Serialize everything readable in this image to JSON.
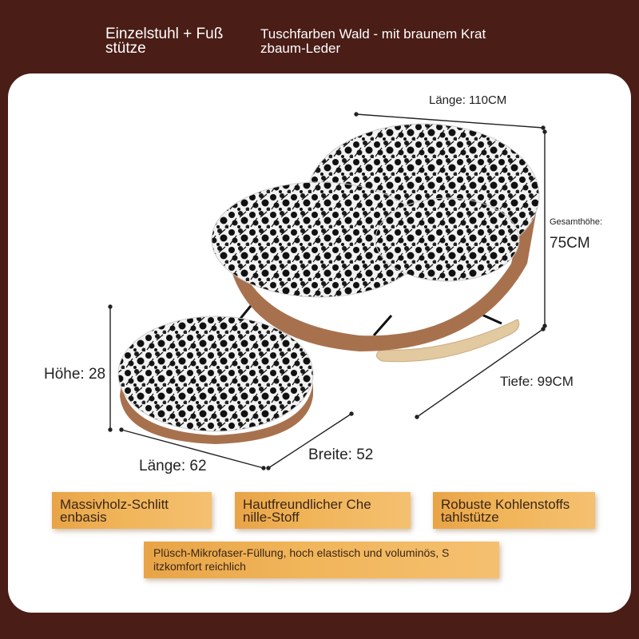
{
  "header": {
    "product_line1": "Einzelstuhl + Fuß",
    "product_line2": "stütze",
    "variant_line1": "Tuschfarben Wald - mit braunem Krat",
    "variant_line2": "zbaum-Leder"
  },
  "dimensions": {
    "chair_length": "Länge: 110CM",
    "chair_total_height_label": "Gesamthöhe:",
    "chair_total_height_value": "75CM",
    "chair_depth": "Tiefe: 99CM",
    "ottoman_height": "Höhe: 28",
    "ottoman_length": "Länge: 62",
    "ottoman_width": "Breite: 52"
  },
  "features": {
    "base_line1": "Massivholz-Schlitt",
    "base_line2": "enbasis",
    "fabric_line1": "Hautfreundlicher Che",
    "fabric_line2": "nille-Stoff",
    "support_line1": "Robuste Kohlenstoffs",
    "support_line2": "tahlstütze",
    "filling_line1": "Plüsch-Mikrofaser-Füllung, hoch elastisch und voluminös, S",
    "filling_line2": "itzkomfort reichlich"
  },
  "colors": {
    "background": "#4a1d16",
    "card": "#ffffff",
    "tag_gradient_start": "#e8a447",
    "leather_brown": "#a8714e",
    "wood": "#e2c9a0"
  }
}
